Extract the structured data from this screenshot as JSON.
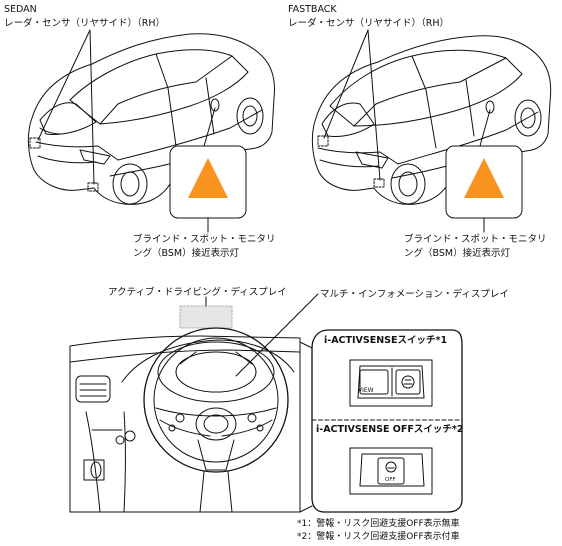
{
  "top": {
    "sedan": {
      "variant": "SEDAN",
      "sensor_label": "レーダ・センサ（リヤサイド）（RH）",
      "bsm_label_line1": "ブラインド・スポット・モニタリ",
      "bsm_label_line2": "ング（BSM）接近表示灯"
    },
    "fastback": {
      "variant": "FASTBACK",
      "sensor_label": "レーダ・センサ（リヤサイド）（RH）",
      "bsm_label_line1": "ブラインド・スポット・モニタリ",
      "bsm_label_line2": "ング（BSM）接近表示灯"
    }
  },
  "bottom": {
    "active_display_label": "アクティブ・ドライビング・ディスプレイ",
    "multi_info_label": "マルチ・インフォメーション・ディスプレイ",
    "switch1_label": "i-ACTIVSENSEスイッチ*1",
    "switch2_label": "i-ACTIVSENSE OFFスイッチ*2",
    "view_text": "VIEW",
    "off_text": "OFF",
    "note1": "*1：警報・リスク回避支援OFF表示無車",
    "note2": "*2：警報・リスク回避支援OFF表示付車"
  },
  "colors": {
    "warning_triangle": "#f7931e",
    "display_fill": "#e6e6e6",
    "line": "#111111"
  }
}
